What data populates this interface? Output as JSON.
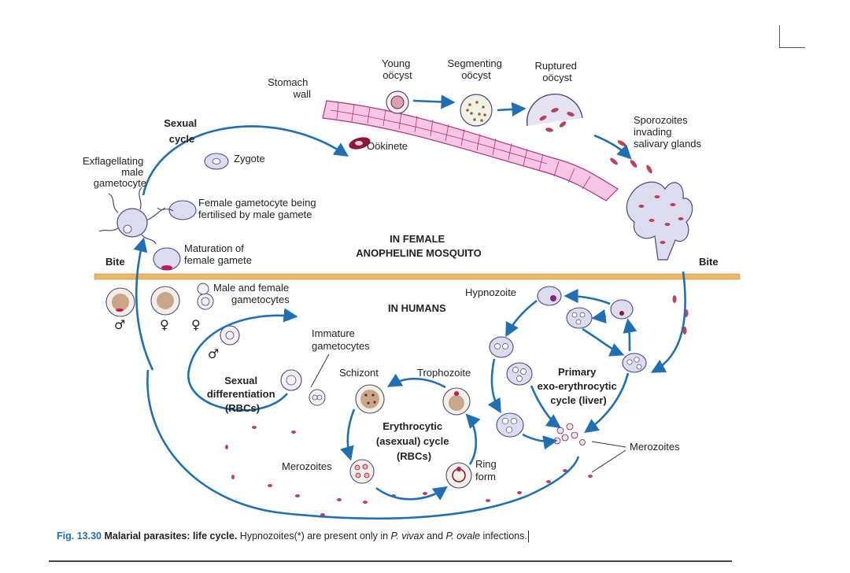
{
  "labels": {
    "stomach_wall": [
      "Stomach",
      "wall"
    ],
    "young_oocyst": [
      "Young",
      "oöcyst"
    ],
    "segmenting_oocyst": [
      "Segmenting",
      "oöcyst"
    ],
    "ruptured_oocyst": [
      "Ruptured",
      "oöcyst"
    ],
    "sporozoites": [
      "Sporozoites",
      "invading",
      "salivary glands"
    ],
    "sexual_cycle": [
      "Sexual",
      "cycle"
    ],
    "zygote": "Zygote",
    "ookinete": "Oökinete",
    "exflagellating": [
      "Exflagellating",
      "male",
      "gametocyte"
    ],
    "female_fertilised": [
      "Female gametocyte being",
      "fertilised by male gamete"
    ],
    "maturation": [
      "Maturation of",
      "female gamete"
    ],
    "bite_left": "Bite",
    "bite_right": "Bite",
    "mosquito_region": [
      "IN FEMALE",
      "ANOPHELINE MOSQUITO"
    ],
    "humans_region": "IN HUMANS",
    "male_female_gametocytes": [
      "Male and female",
      "gametocytes"
    ],
    "hypnozoite": "Hypnozoite",
    "immature_gametocytes": [
      "Immature",
      "gametocytes"
    ],
    "schizont": "Schizont",
    "trophozoite": "Trophozoite",
    "primary_cycle": [
      "Primary",
      "exo-erythrocytic",
      "cycle (liver)"
    ],
    "sexual_differentiation": [
      "Sexual",
      "differentiation",
      "(RBCs)"
    ],
    "erythrocytic_cycle": [
      "Erythrocytic",
      "(asexual) cycle",
      "(RBCs)"
    ],
    "merozoites_left": "Merozoites",
    "merozoites_right": "Merozoites",
    "ring_form": [
      "Ring",
      "form"
    ],
    "male_symbol": "♂",
    "female_symbol": "♀"
  },
  "caption": {
    "fig": "Fig. 13.30",
    "title": "Malarial parasites: life cycle.",
    "text_a": " Hypnozoites(*) are present only in ",
    "species_1": "P. vivax",
    "text_b": " and ",
    "species_2": "P. ovale",
    "text_c": " infections."
  },
  "colors": {
    "arrow": "#1f6fb5",
    "boundary": "#e8b86a",
    "cell_fill": "#dcdcf0",
    "cell_stroke": "#4a4a7a",
    "stomach": "#f7c6e4",
    "stomach_line": "#b0307f",
    "nucleus": "#c2185b",
    "parasite": "#8b1a3a",
    "infected": "#c9a68a",
    "caption_fig": "#1d6fb8"
  }
}
